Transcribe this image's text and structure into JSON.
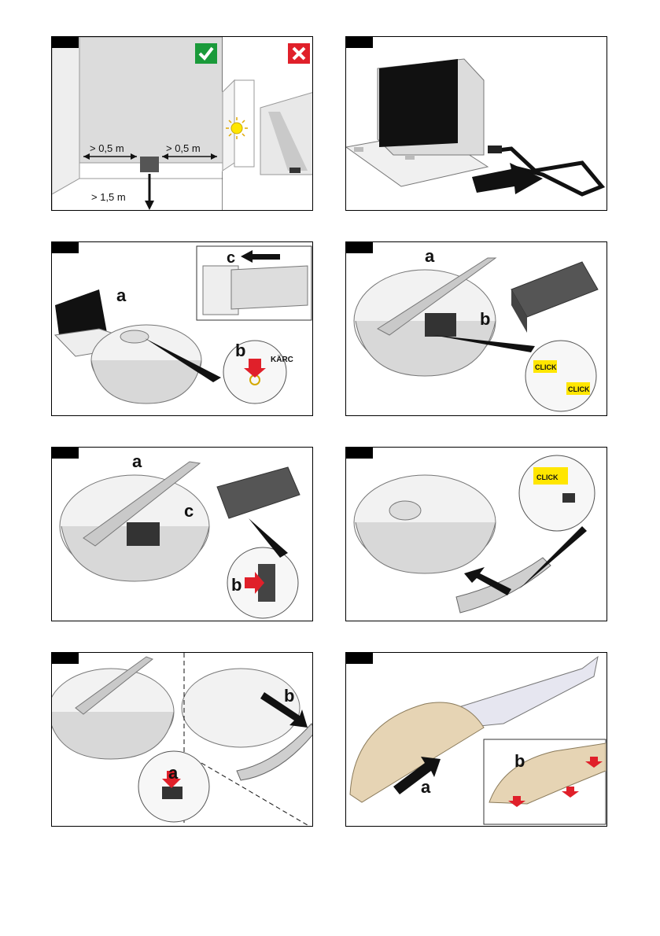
{
  "panels": [
    {
      "id": "placement",
      "dims": {
        "left": "> 0,5 m",
        "right": "> 0,5 m",
        "front": "> 1,5 m"
      },
      "ok_icon": "check-icon",
      "bad_icon": "cross-icon",
      "ok_color": "#1a9a3a",
      "bad_color": "#e0202a"
    },
    {
      "id": "station-power",
      "icon": "power-plug-icon"
    },
    {
      "id": "docking",
      "labels": {
        "a": "a",
        "b": "b",
        "c": "c"
      },
      "brand": "KÄRC"
    },
    {
      "id": "dustbox-insert",
      "labels": {
        "a": "a",
        "b": "b"
      },
      "click1": "CLICK",
      "click2": "CLICK"
    },
    {
      "id": "dustbox-remove",
      "labels": {
        "a": "a",
        "b": "b",
        "c": "c"
      }
    },
    {
      "id": "mop-module-insert",
      "click": "CLICK"
    },
    {
      "id": "mop-module-remove",
      "labels": {
        "a": "a",
        "b": "b"
      }
    },
    {
      "id": "mop-pad-attach",
      "labels": {
        "a": "a",
        "b": "b"
      }
    }
  ],
  "colors": {
    "arrow_red": "#e0202a",
    "click_yellow": "#ffe600",
    "pad_beige": "#e6d4b4"
  }
}
